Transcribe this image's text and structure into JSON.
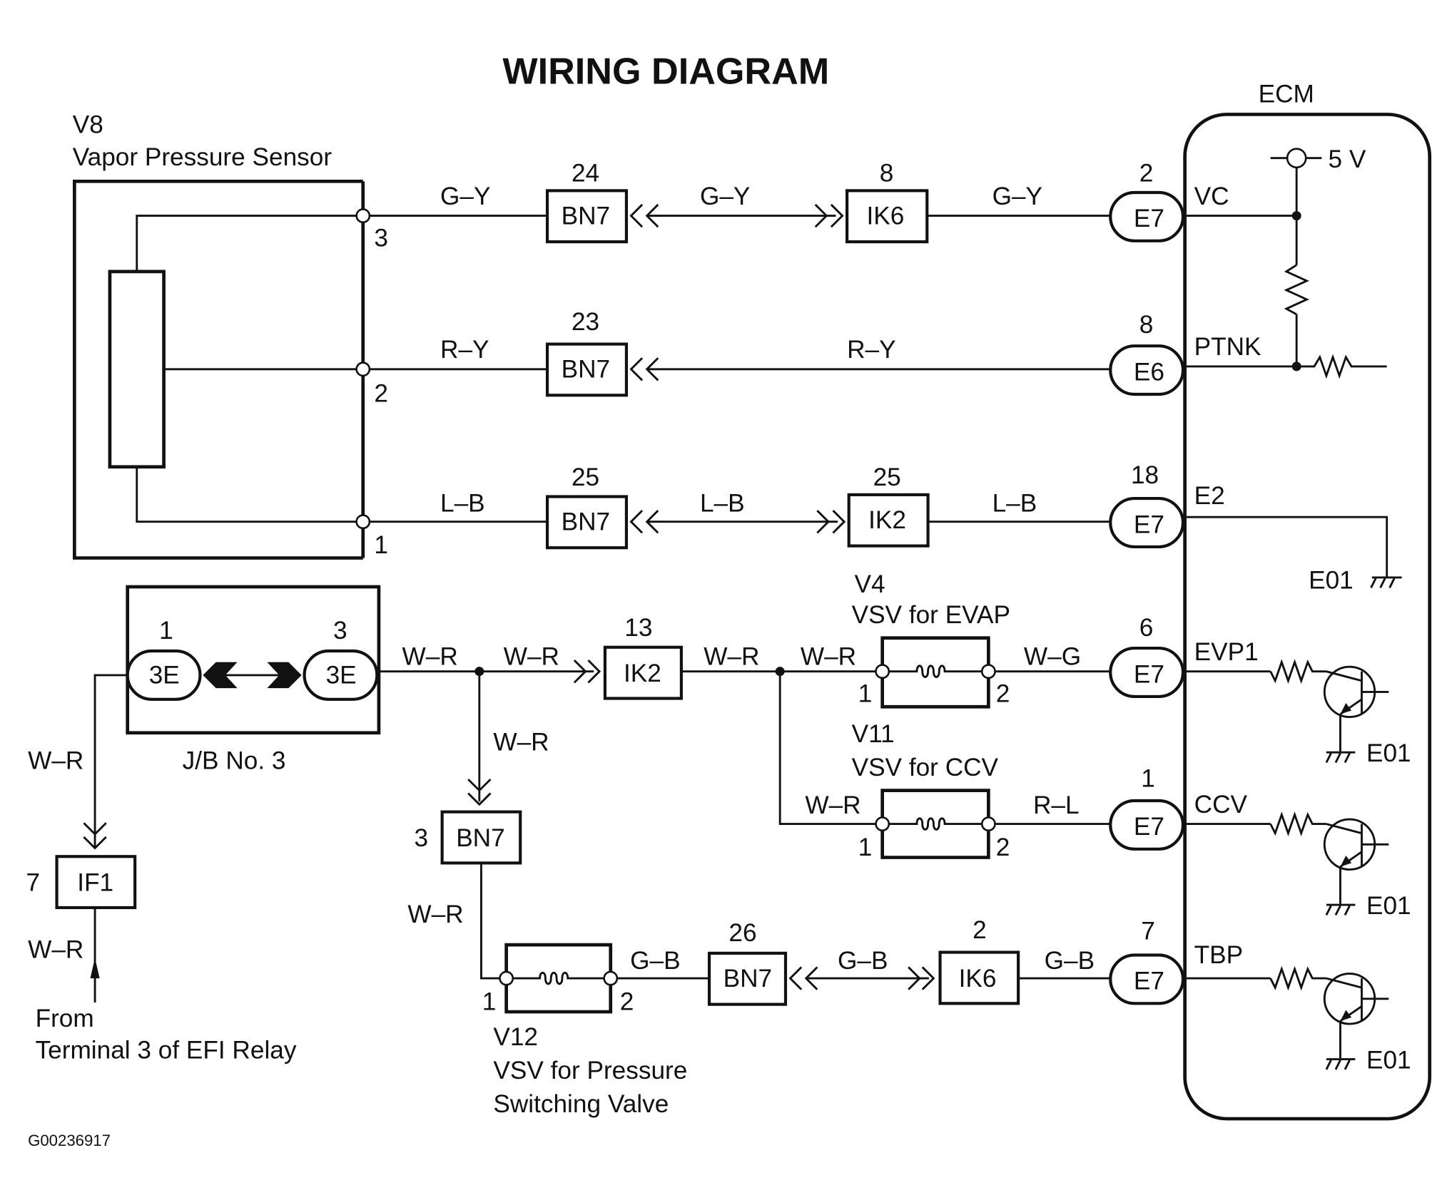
{
  "title": "WIRING DIAGRAM",
  "figure_id": "G00236917",
  "ecm": {
    "label": "ECM",
    "supply": "5 V",
    "ground": "E01",
    "terminals": [
      {
        "pin": "2",
        "connector": "E7",
        "signal": "VC"
      },
      {
        "pin": "8",
        "connector": "E6",
        "signal": "PTNK"
      },
      {
        "pin": "18",
        "connector": "E7",
        "signal": "E2"
      },
      {
        "pin": "6",
        "connector": "E7",
        "signal": "EVP1"
      },
      {
        "pin": "1",
        "connector": "E7",
        "signal": "CCV"
      },
      {
        "pin": "7",
        "connector": "E7",
        "signal": "TBP"
      }
    ]
  },
  "sensor": {
    "id": "V8",
    "name": "Vapor Pressure Sensor",
    "pins": [
      "3",
      "2",
      "1"
    ]
  },
  "circuits": [
    {
      "wire": "G–Y",
      "connector1": {
        "pin": "24",
        "name": "BN7"
      },
      "connector2": {
        "pin": "8",
        "name": "IK6"
      }
    },
    {
      "wire": "R–Y",
      "connector1": {
        "pin": "23",
        "name": "BN7"
      }
    },
    {
      "wire": "L–B",
      "connector1": {
        "pin": "25",
        "name": "BN7"
      },
      "connector2": {
        "pin": "25",
        "name": "IK2"
      }
    }
  ],
  "junction_block": {
    "name": "J/B No. 3",
    "left": {
      "pin": "1",
      "name": "3E"
    },
    "right": {
      "pin": "3",
      "name": "3E"
    }
  },
  "power": {
    "wire": "W–R",
    "connector": {
      "pin": "7",
      "name": "IF1"
    },
    "from_line1": "From",
    "from_line2": "Terminal 3 of EFI Relay"
  },
  "wr_branch": {
    "wire": "W–R",
    "ik2": {
      "pin": "13",
      "name": "IK2"
    },
    "bn7": {
      "pin": "3",
      "name": "BN7"
    }
  },
  "valves": [
    {
      "id": "V4",
      "name": "VSV for EVAP",
      "in_wire": "W–R",
      "out_wire": "W–G",
      "pins": [
        "1",
        "2"
      ]
    },
    {
      "id": "V11",
      "name": "VSV for CCV",
      "in_wire": "W–R",
      "out_wire": "R–L",
      "pins": [
        "1",
        "2"
      ]
    },
    {
      "id": "V12",
      "name_line1": "VSV  for  Pressure",
      "name_line2": "Switching Valve",
      "in_wire": "W–R",
      "out_wire": "G–B",
      "pins": [
        "1",
        "2"
      ]
    }
  ],
  "tbp_circuit": {
    "wire": "G–B",
    "connector1": {
      "pin": "26",
      "name": "BN7"
    },
    "connector2": {
      "pin": "2",
      "name": "IK6"
    }
  }
}
